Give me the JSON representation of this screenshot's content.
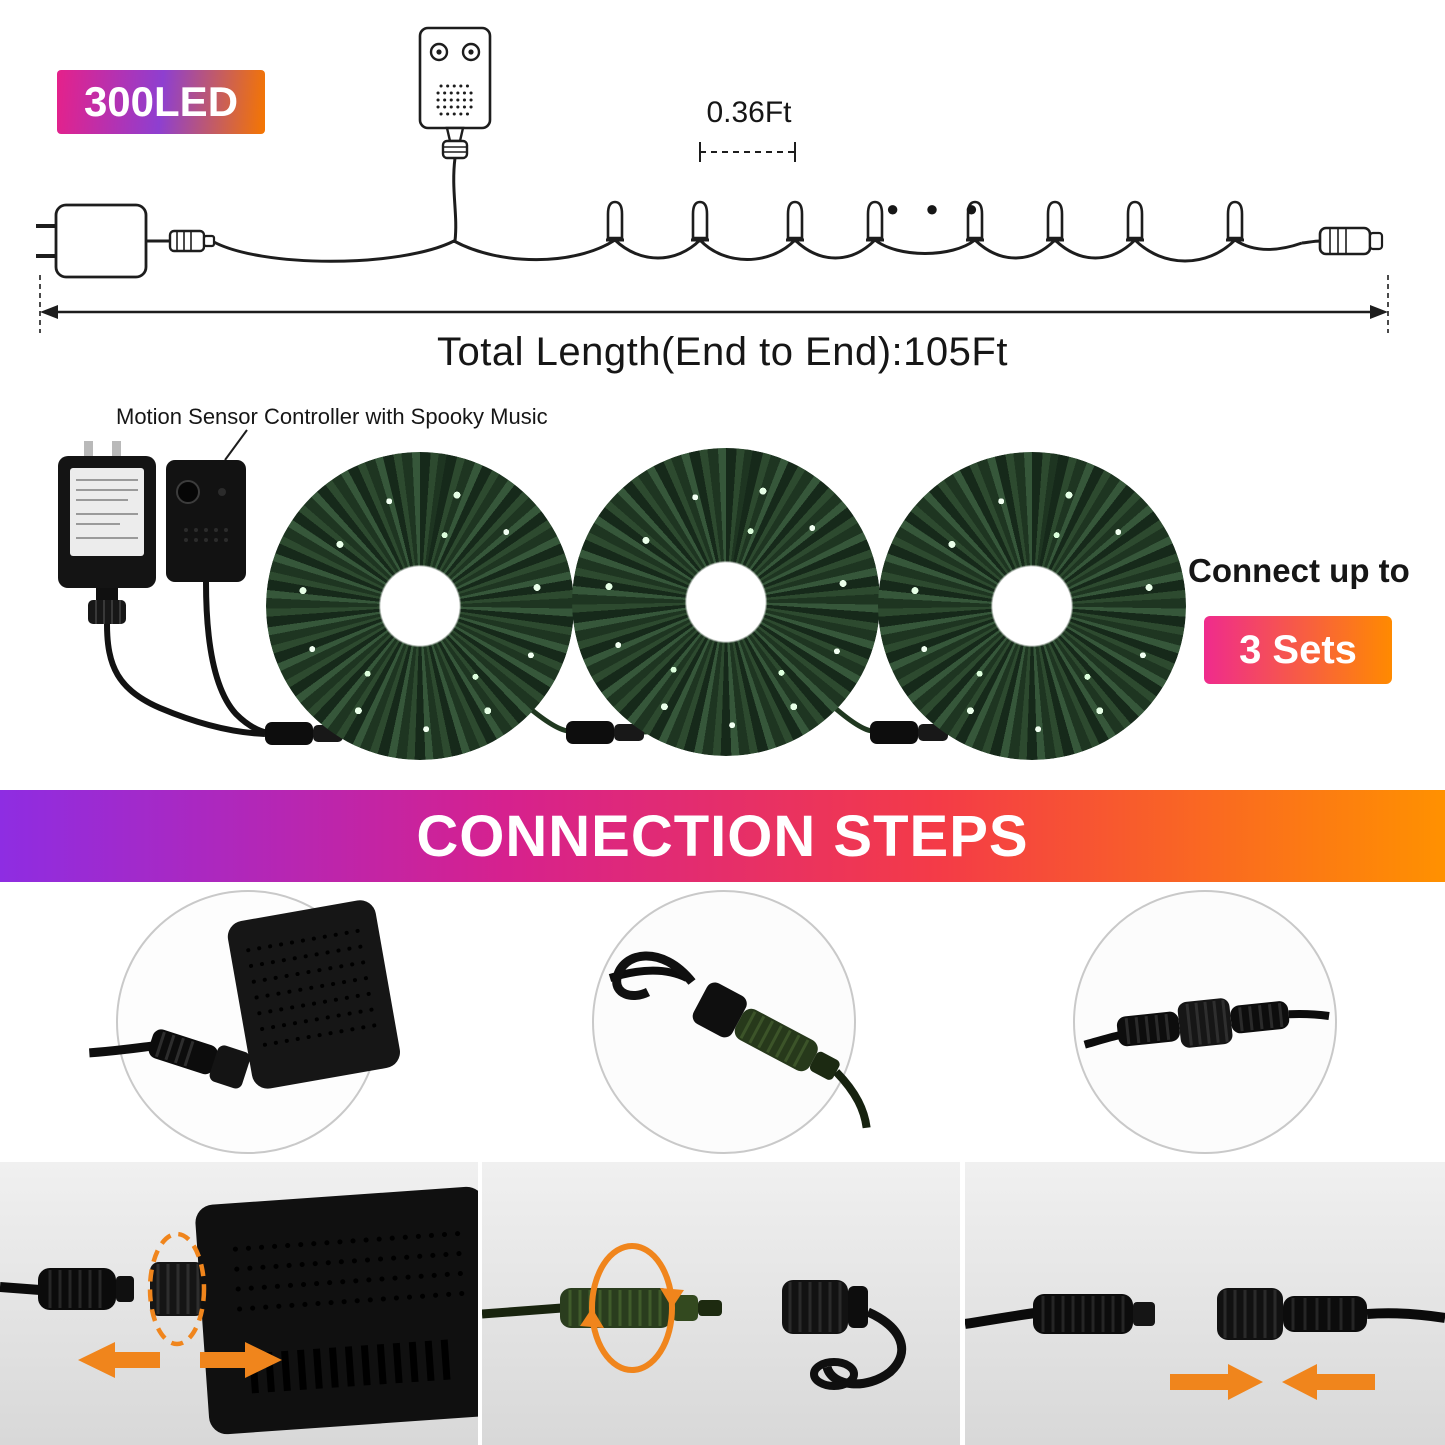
{
  "colors": {
    "badge_gradient": "#e5218a, #8e3fd0, #f57600",
    "sets_gradient": "#ef2b8d, #ff8a00",
    "banner_gradient": "#8e2de2 0%, #d6218e 35%, #f43b47 65%, #ff9100 100%",
    "arrow_orange": "#f0851c",
    "wire_green": "#203820"
  },
  "top_diagram": {
    "led_count_badge": "300LED",
    "bulb_spacing": "0.36Ft",
    "ellipsis": "● ● ●",
    "total_length": "Total Length(End to End):105Ft"
  },
  "middle": {
    "controller_label": "Motion Sensor Controller with Spooky Music",
    "connect_up_to": "Connect up to",
    "sets_badge": "3 Sets"
  },
  "steps": {
    "banner": "CONNECTION STEPS"
  }
}
